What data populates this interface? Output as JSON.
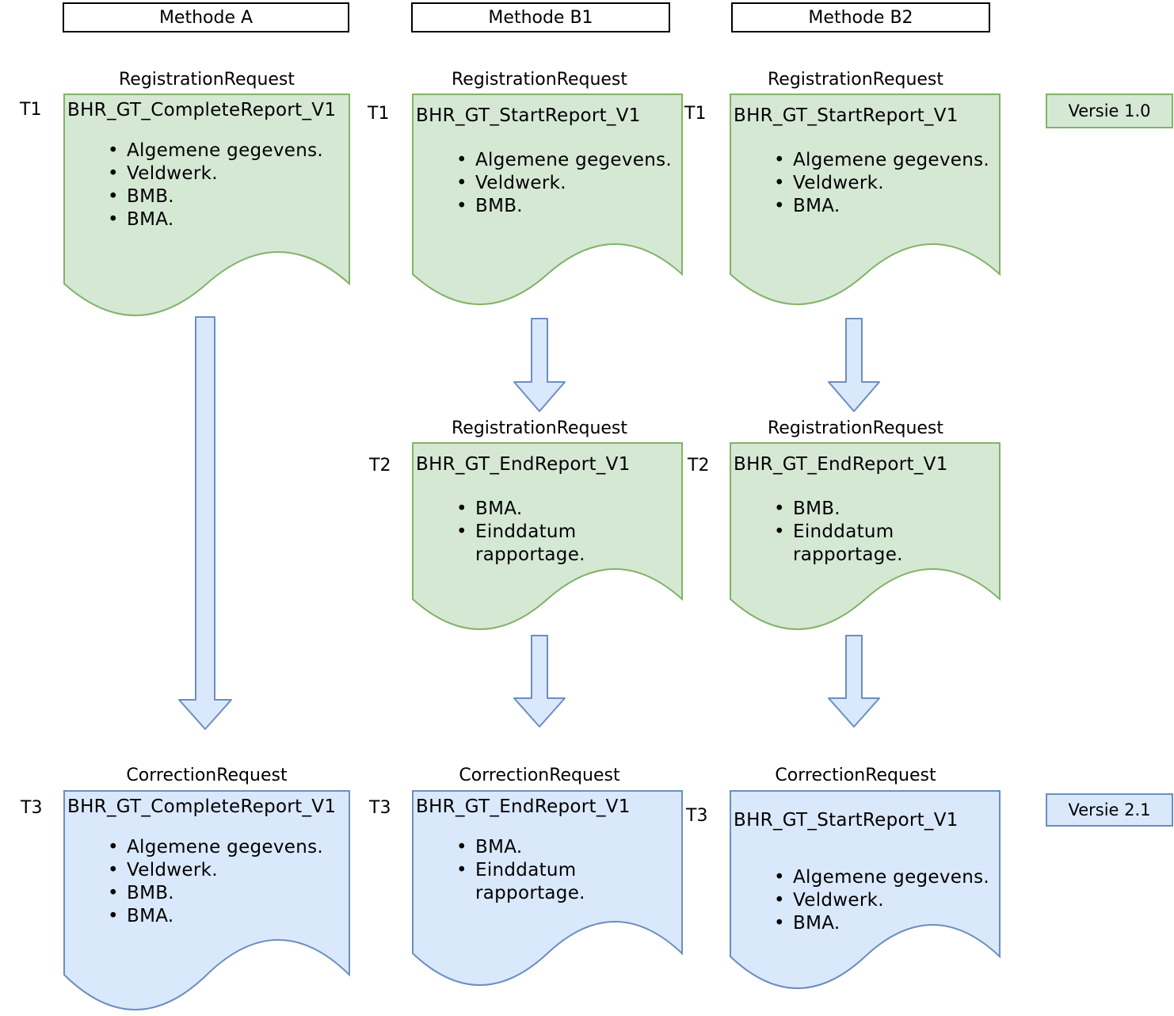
{
  "headers": {
    "a": "Methode A",
    "b1": "Methode B1",
    "b2": "Methode B2"
  },
  "version_badges": {
    "v1": "Versie 1.0",
    "v2": "Versie 2.1"
  },
  "colors": {
    "green_fill": "#d5e8d4",
    "green_border": "#82b366",
    "blue_fill": "#dae8fc",
    "blue_border": "#6c8ebf",
    "header_border": "#000000",
    "text": "#000000"
  },
  "docs": {
    "a_t1": {
      "time": "T1",
      "request_type": "RegistrationRequest",
      "title": "BHR_GT_CompleteReport_V1",
      "bullets": [
        "Algemene gegevens.",
        "Veldwerk.",
        "BMB.",
        "BMA."
      ]
    },
    "b1_t1": {
      "time": "T1",
      "request_type": "RegistrationRequest",
      "title": "BHR_GT_StartReport_V1",
      "bullets": [
        "Algemene gegevens.",
        "Veldwerk.",
        "BMB."
      ]
    },
    "b2_t1": {
      "time": "T1",
      "request_type": "RegistrationRequest",
      "title": "BHR_GT_StartReport_V1",
      "bullets": [
        "Algemene gegevens.",
        "Veldwerk.",
        "BMA."
      ]
    },
    "b1_t2": {
      "time": "T2",
      "request_type": "RegistrationRequest",
      "title": "BHR_GT_EndReport_V1",
      "bullets": [
        "BMA.",
        "Einddatum\nrapportage."
      ]
    },
    "b2_t2": {
      "time": "T2",
      "request_type": "RegistrationRequest",
      "title": "BHR_GT_EndReport_V1",
      "bullets": [
        "BMB.",
        "Einddatum\nrapportage."
      ]
    },
    "a_t3": {
      "time": "T3",
      "request_type": "CorrectionRequest",
      "title": "BHR_GT_CompleteReport_V1",
      "bullets": [
        "Algemene gegevens.",
        "Veldwerk.",
        "BMB.",
        "BMA."
      ]
    },
    "b1_t3": {
      "time": "T3",
      "request_type": "CorrectionRequest",
      "title": "BHR_GT_EndReport_V1",
      "bullets": [
        "BMA.",
        "Einddatum\nrapportage."
      ]
    },
    "b2_t3": {
      "time": "T3",
      "request_type": "CorrectionRequest",
      "title": "BHR_GT_StartReport_V1",
      "bullets": [
        "Algemene gegevens.",
        "Veldwerk.",
        "BMA."
      ]
    }
  }
}
